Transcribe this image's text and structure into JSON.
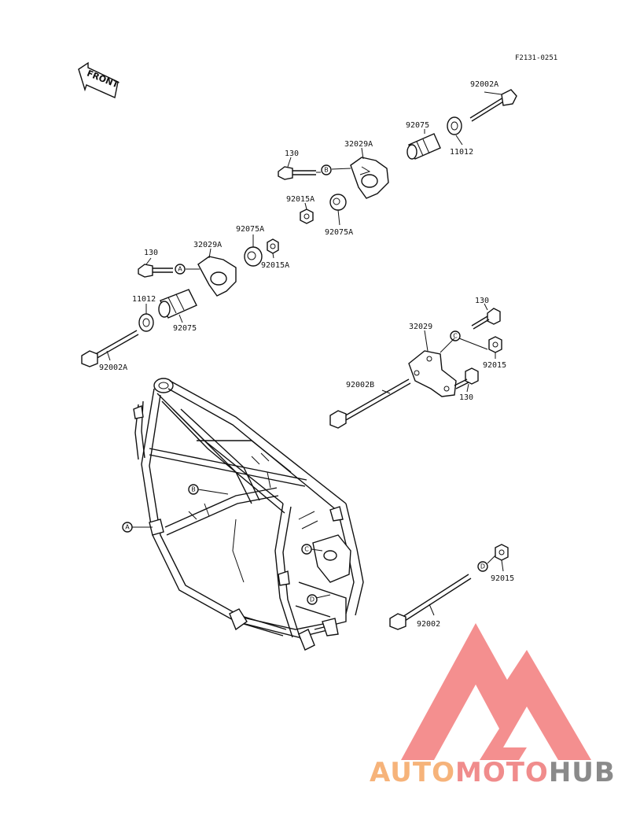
{
  "diagram_code": "F2131-0251",
  "front_label": "FRONT",
  "watermark": {
    "part1": "AUTO",
    "part2": "MOTO",
    "part3": "HUB",
    "color_part1": "#f6b37a",
    "color_part2": "#f08c8c",
    "color_part3": "#8a8a8a",
    "logo_color": "#f06a6a"
  },
  "parts": {
    "p92002A_top": "92002A",
    "p92075_top": "92075",
    "p11012_top": "11012",
    "p32029A_top": "32029A",
    "p130_top": "130",
    "p92015A_top": "92015A",
    "p92075A_top": "92075A",
    "p92075A_mid": "92075A",
    "p32029A_mid": "32029A",
    "p130_mid": "130",
    "p92015A_mid": "92015A",
    "p11012_mid": "11012",
    "p92075_mid": "92075",
    "p92002A_mid": "92002A",
    "p130_right_top": "130",
    "p32029_right": "32029",
    "p92015_right": "92015",
    "p92002B": "92002B",
    "p130_right_bottom": "130",
    "p92015_bottom": "92015",
    "p92002_bottom": "92002"
  },
  "refs": {
    "A": "A",
    "B": "B",
    "C": "C",
    "D": "D"
  }
}
